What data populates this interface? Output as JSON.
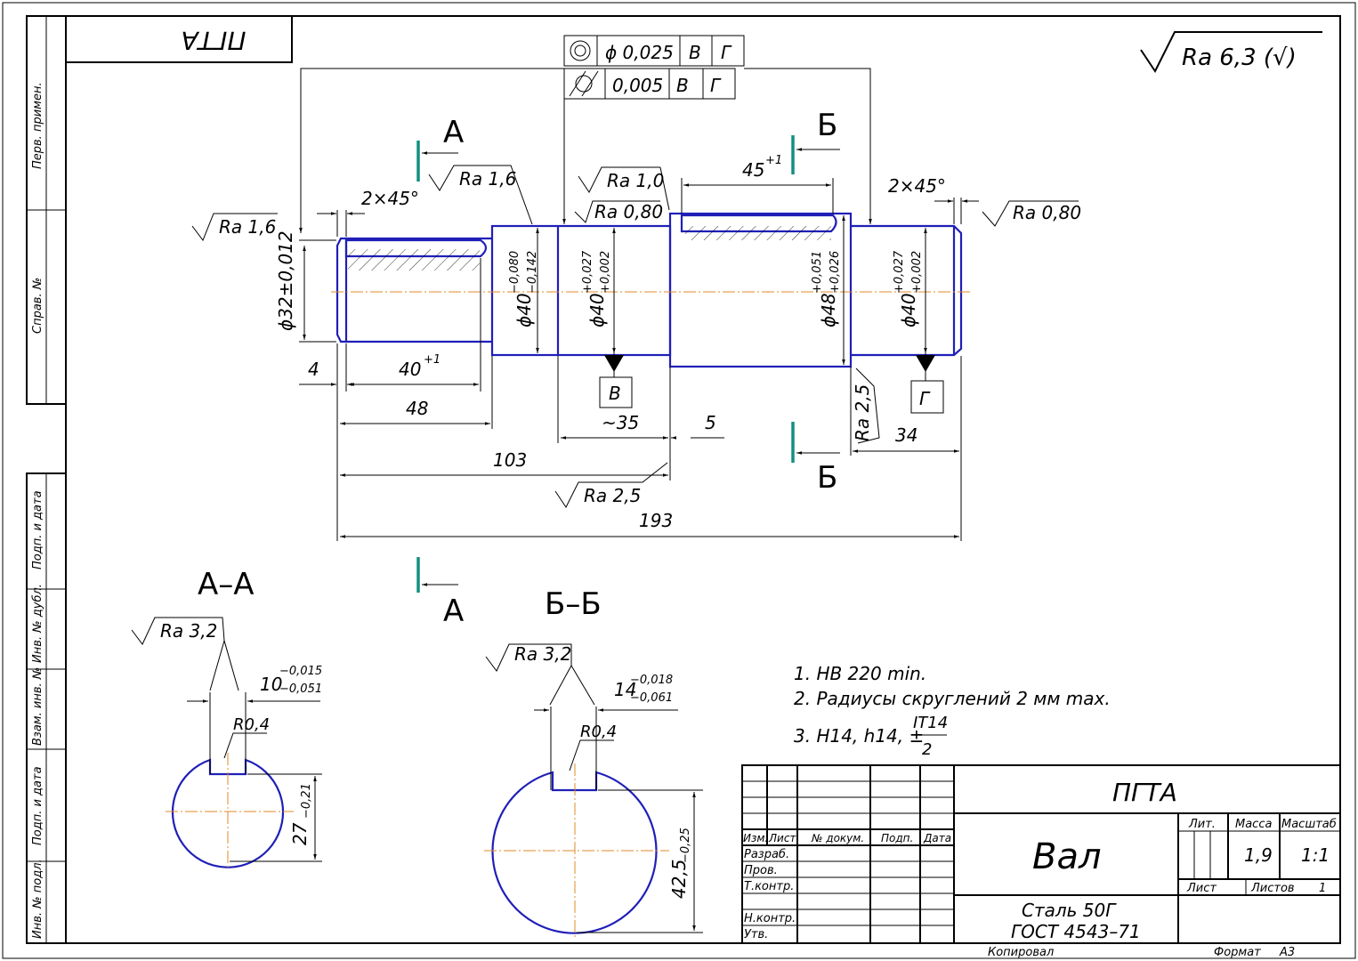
{
  "colors": {
    "outline": "#1f1fb8",
    "centerline": "#e08a2a",
    "section_marks": "#138f80",
    "lines": "#000000"
  },
  "stamp_corner": "ПГТА",
  "general_roughness": "Ra 6,3 (√)",
  "tolerances": {
    "row1": {
      "symbol": "concentricity-icon",
      "value": "ϕ 0,025",
      "base1": "В",
      "base2": "Г"
    },
    "row2": {
      "symbol": "cylindricity-icon",
      "value": "0,005",
      "base1": "В",
      "base2": "Г"
    }
  },
  "sections": {
    "a_letter": "А",
    "b_letter": "Б",
    "aa_title": "А–А",
    "bb_title": "Б–Б"
  },
  "roughness": {
    "r1": "Ra 1,6",
    "r2": "Ra 1,6",
    "r3": "Ra 1,0",
    "r4": "Ra 0,80",
    "r5": "Ra 0,80",
    "r6": "Ra 2,5",
    "r7": "Ra 2,5",
    "r8": "Ra 3,2",
    "r9": "Ra 3,2"
  },
  "dims": {
    "chamfer_left": "2×45°",
    "chamfer_right": "2×45°",
    "d32": "ϕ32±0,012",
    "d40a": "ϕ40",
    "d40a_up": "−0,080",
    "d40a_lo": "−0,142",
    "d40b": "ϕ40",
    "d40b_up": "+0,027",
    "d40b_lo": "+0,002",
    "d48": "ϕ48",
    "d48_up": "+0,051",
    "d48_lo": "+0,026",
    "d40c": "ϕ40",
    "d40c_up": "+0,027",
    "d40c_lo": "+0,002",
    "len4": "4",
    "len40": "40",
    "len40_tol": "+1",
    "len48": "48",
    "len35": "~35",
    "len5": "5",
    "len103": "103",
    "len193": "193",
    "len34": "34",
    "len45": "45",
    "len45_tol": "+1",
    "datum_b": "В",
    "datum_g": "Г"
  },
  "section_aa": {
    "width": "10",
    "w_up": "−0,015",
    "w_lo": "−0,051",
    "radius": "R0,4",
    "depth": "27",
    "depth_tol": "−0,21"
  },
  "section_bb": {
    "width": "14",
    "w_up": "−0,018",
    "w_lo": "−0,061",
    "radius": "R0,4",
    "depth": "42,5",
    "depth_tol": "−0,25"
  },
  "notes": {
    "n1": "1. НВ 220 min.",
    "n2": "2. Радиусы скруглений 2 мм max.",
    "n3_prefix": "3. Н14, h14, ±",
    "n3_num": "IT14",
    "n3_den": "2"
  },
  "left_strip": {
    "perv": "Перв. примен.",
    "sprav": "Справ. №",
    "podp_data_1": "Подп. и дата",
    "inv_dubl": "Инв. № дубл.",
    "vzam_inv": "Взам. инв. №",
    "podp_data_2": "Подп. и дата",
    "inv_podl": "Инв. № подл."
  },
  "title_block": {
    "org": "ПГТА",
    "name": "Вал",
    "material_1": "Сталь 50Г",
    "material_2": "ГОСТ 4543–71",
    "col_izm": "Изм.",
    "col_list": "Лист",
    "col_doc": "№ докум.",
    "col_podp": "Подп.",
    "col_data": "Дата",
    "razrab": "Разраб.",
    "prov": "Пров.",
    "tkontr": "Т.контр.",
    "nkontr": "Н.контр.",
    "utv": "Утв.",
    "lit": "Лит.",
    "massa": "Масса",
    "masshtab": "Масштаб",
    "mass_value": "1,9",
    "scale_value": "1:1",
    "list": "Лист",
    "listov": "Листов",
    "listov_value": "1"
  },
  "footer": {
    "kopiroval": "Копировал",
    "format": "Формат",
    "format_value": "А3"
  }
}
